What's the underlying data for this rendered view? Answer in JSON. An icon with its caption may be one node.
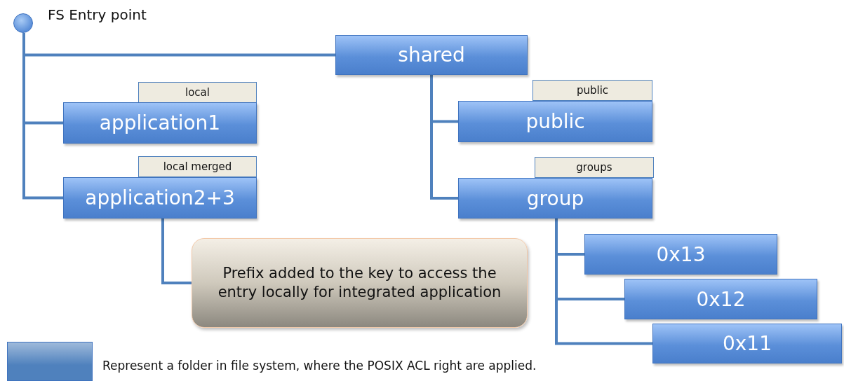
{
  "diagram": {
    "nodes": [
      {
        "text": [],
        "shape": "circle",
        "beside": [
          "FS Entry point"
        ]
      },
      {
        "text": [
          "shared"
        ]
      },
      {
        "text": [
          "local"
        ]
      },
      {
        "text": [
          "application1"
        ]
      },
      {
        "text": [
          "local merged"
        ]
      },
      {
        "text": [
          "application2+3"
        ]
      },
      {
        "text": [
          "Prefix added to the key to access the entry locally for integrated application"
        ]
      },
      {
        "text": [
          "public"
        ]
      },
      {
        "text": [
          "public"
        ]
      },
      {
        "text": [
          "groups"
        ]
      },
      {
        "text": [
          "group"
        ]
      },
      {
        "text": [
          "0x13"
        ]
      },
      {
        "text": [
          "0x12"
        ]
      },
      {
        "text": [
          "0x11"
        ]
      }
    ],
    "edges": [
      {
        "from": 0,
        "to": 1,
        "arrow": "none"
      },
      {
        "from": 0,
        "to": 3,
        "arrow": "none"
      },
      {
        "from": 0,
        "to": 5,
        "arrow": "none"
      },
      {
        "from": 5,
        "to": 6,
        "arrow": "none"
      },
      {
        "from": 1,
        "to": 8,
        "arrow": "none"
      },
      {
        "from": 1,
        "to": 10,
        "arrow": "none"
      },
      {
        "from": 10,
        "to": 11,
        "arrow": "none"
      },
      {
        "from": 10,
        "to": 12,
        "arrow": "none"
      },
      {
        "from": 10,
        "to": 13,
        "arrow": "none"
      }
    ],
    "legend": [
      {
        "text": "Represent a folder in file system, where the POSIX ACL right are applied.",
        "color": "#4f81bd"
      }
    ]
  }
}
